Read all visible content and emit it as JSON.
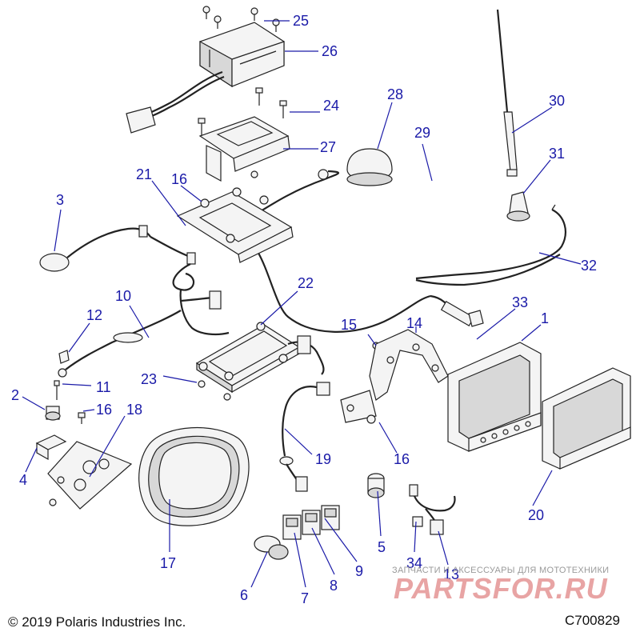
{
  "callouts": [
    {
      "id": "25",
      "label": "25"
    },
    {
      "id": "26",
      "label": "26"
    },
    {
      "id": "24",
      "label": "24"
    },
    {
      "id": "27",
      "label": "27"
    },
    {
      "id": "28",
      "label": "28"
    },
    {
      "id": "29",
      "label": "29"
    },
    {
      "id": "30",
      "label": "30"
    },
    {
      "id": "31",
      "label": "31"
    },
    {
      "id": "32",
      "label": "32"
    },
    {
      "id": "21",
      "label": "21"
    },
    {
      "id": "16a",
      "label": "16"
    },
    {
      "id": "3",
      "label": "3"
    },
    {
      "id": "22",
      "label": "22"
    },
    {
      "id": "10",
      "label": "10"
    },
    {
      "id": "12",
      "label": "12"
    },
    {
      "id": "33",
      "label": "33"
    },
    {
      "id": "15",
      "label": "15"
    },
    {
      "id": "14",
      "label": "14"
    },
    {
      "id": "1",
      "label": "1"
    },
    {
      "id": "11",
      "label": "11"
    },
    {
      "id": "23",
      "label": "23"
    },
    {
      "id": "2",
      "label": "2"
    },
    {
      "id": "16b",
      "label": "16"
    },
    {
      "id": "18",
      "label": "18"
    },
    {
      "id": "16c",
      "label": "16"
    },
    {
      "id": "19",
      "label": "19"
    },
    {
      "id": "4",
      "label": "4"
    },
    {
      "id": "20",
      "label": "20"
    },
    {
      "id": "5",
      "label": "5"
    },
    {
      "id": "17",
      "label": "17"
    },
    {
      "id": "34",
      "label": "34"
    },
    {
      "id": "13",
      "label": "13"
    },
    {
      "id": "9",
      "label": "9"
    },
    {
      "id": "8",
      "label": "8"
    },
    {
      "id": "7",
      "label": "7"
    },
    {
      "id": "6",
      "label": "6"
    }
  ],
  "footer": {
    "copyright": "© 2019 Polaris Industries Inc.",
    "code": "C700829"
  },
  "watermark": {
    "subtitle": "ЗАПЧАСТИ И АКСЕССУАРЫ ДЛЯ МОТОТЕХНИКИ",
    "site": "PARTSFOR.RU"
  },
  "colors": {
    "callout": "#1a1aa8",
    "watermark": "#e8a4a4"
  }
}
